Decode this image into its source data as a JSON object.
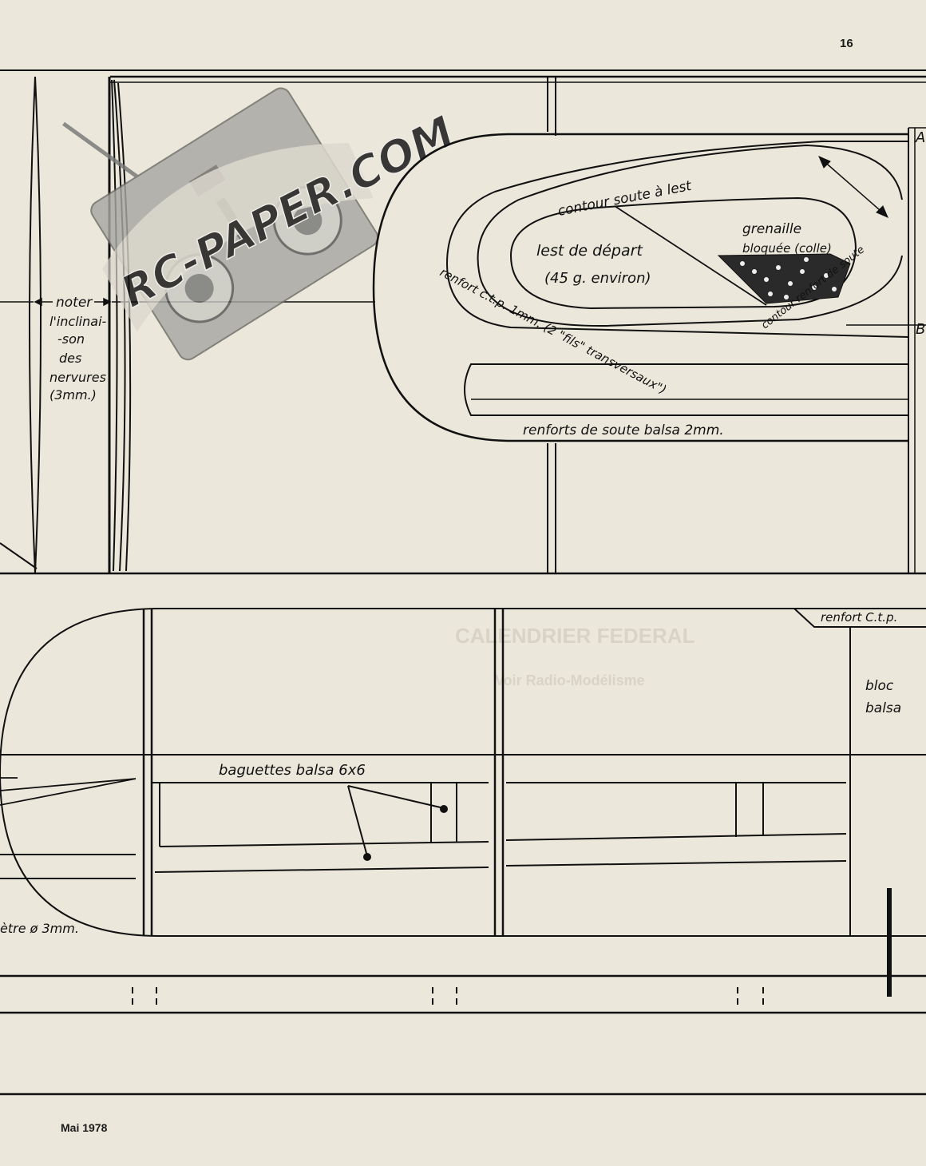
{
  "page": {
    "number": "16",
    "footer": "Mai 1978"
  },
  "watermark": {
    "text": "RC-PAPER.COM"
  },
  "annotations": {
    "noter": [
      "noter",
      "l'inclinai-",
      "-son",
      "des",
      "nervures",
      "(3mm.)"
    ],
    "contour_soute": "contour soute à lest",
    "lest_line1": "lest de départ",
    "lest_line2": "(45 g. environ)",
    "grenaille_line1": "grenaille",
    "grenaille_line2": "bloquée (colle)",
    "contour_renfort": "contour renfort de soute",
    "renfort_ctp": "renfort c.t.p. 1mm. (2 \"fils\" transversaux\")",
    "renforts_soute": "renforts de soute balsa 2mm.",
    "label_a": "A",
    "label_b": "B",
    "renfort_ctp_top": "renfort C.t.p.",
    "bloc": "bloc",
    "balsa": "balsa",
    "baguettes": "baguettes balsa 6x6",
    "diametre": "ètre ø 3mm."
  },
  "ghost": {
    "title": "CALENDRIER FEDERAL",
    "subtitle": "Voir Radio-Modélisme"
  }
}
